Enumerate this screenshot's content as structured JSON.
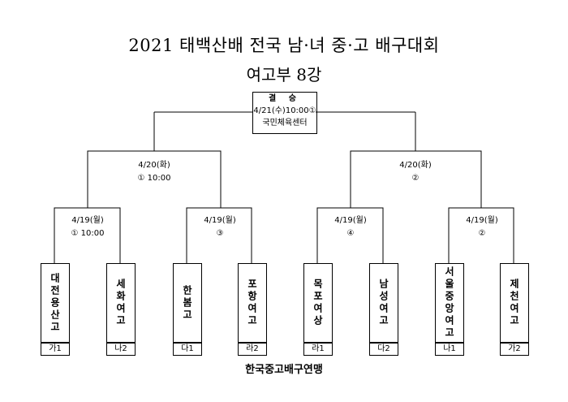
{
  "title": "2021 태백산배 전국 남·녀 중·고 배구대회",
  "subtitle": "여고부 8강",
  "final": {
    "heading": "결 승",
    "date": "4/21(수)10:00①",
    "venue": "국민체육센터"
  },
  "semis": [
    {
      "date": "4/20(화)",
      "detail": "① 10:00"
    },
    {
      "date": "4/20(화)",
      "detail": "②"
    }
  ],
  "quarters": [
    {
      "date": "4/19(월)",
      "detail": "① 10:00"
    },
    {
      "date": "4/19(월)",
      "detail": "③"
    },
    {
      "date": "4/19(월)",
      "detail": "④"
    },
    {
      "date": "4/19(월)",
      "detail": "②"
    }
  ],
  "teams": [
    {
      "name": "대전용산고",
      "seed": "가1"
    },
    {
      "name": "세화여고",
      "seed": "나2"
    },
    {
      "name": "한봄고",
      "seed": "다1"
    },
    {
      "name": "포항여고",
      "seed": "라2"
    },
    {
      "name": "목포여상",
      "seed": "라1"
    },
    {
      "name": "남성여고",
      "seed": "다2"
    },
    {
      "name": "서울중앙여고",
      "seed": "나1"
    },
    {
      "name": "제천여고",
      "seed": "가2"
    }
  ],
  "footer": "한국중고배구연맹"
}
